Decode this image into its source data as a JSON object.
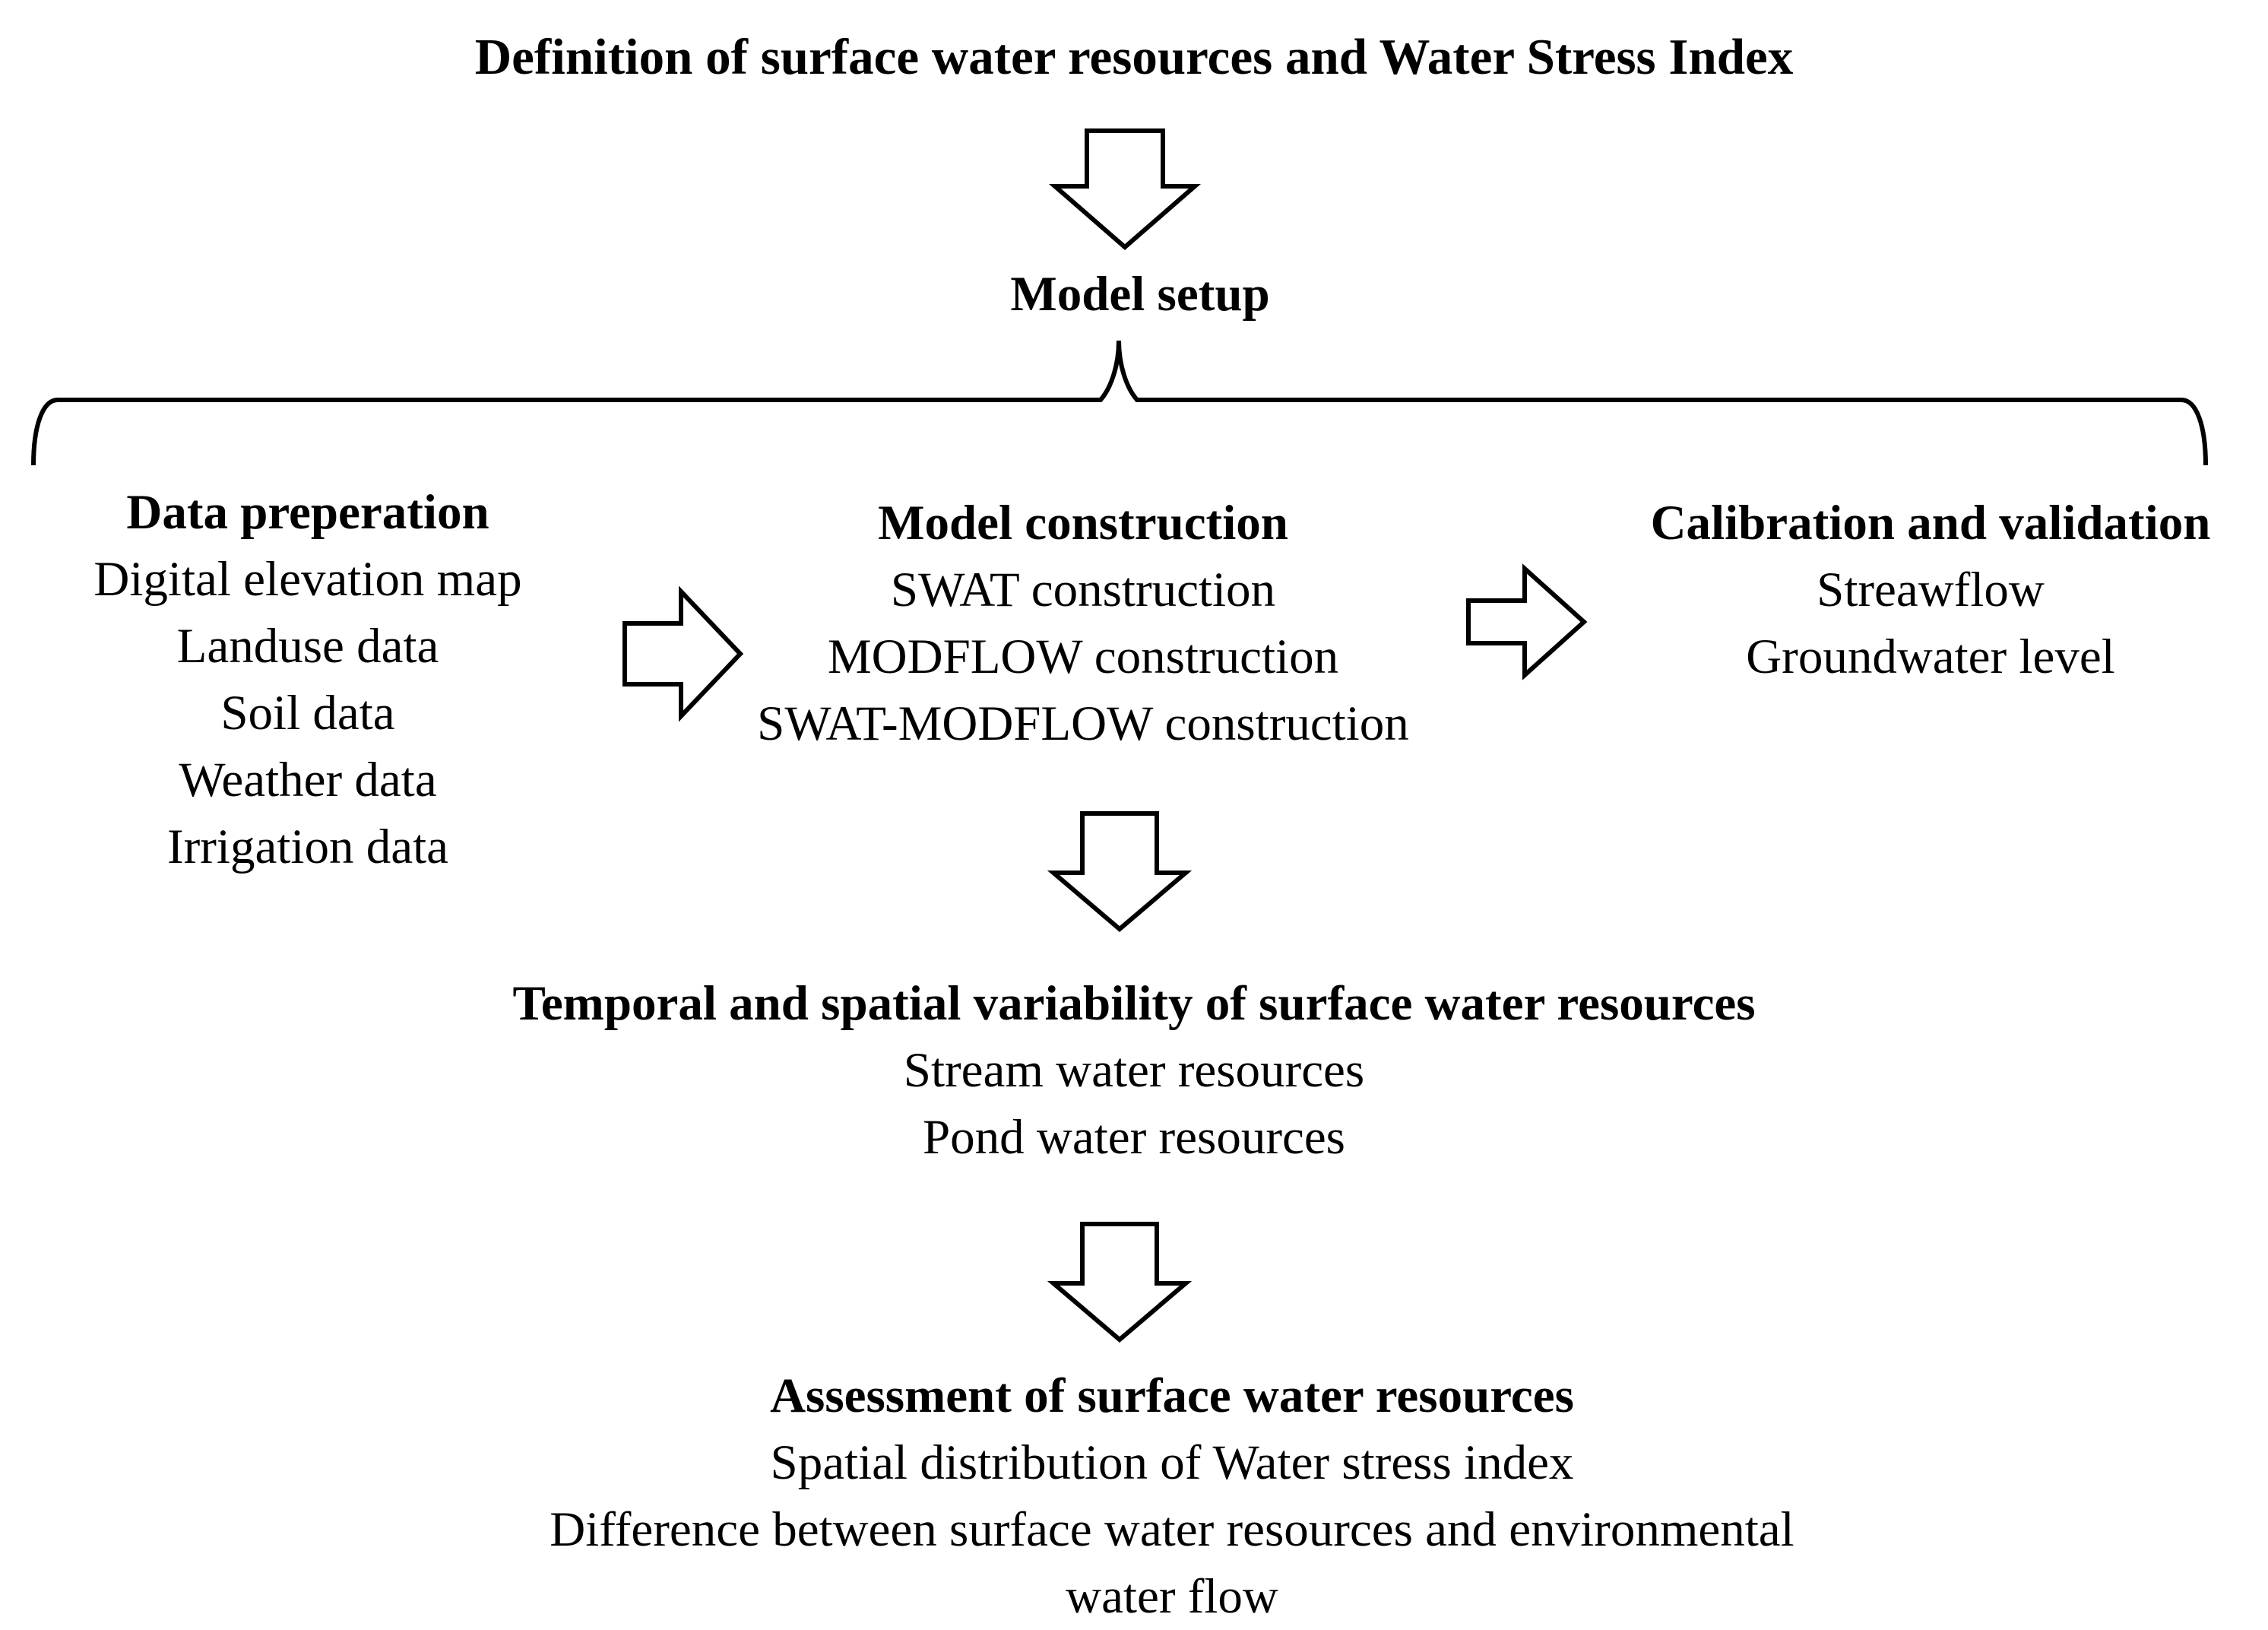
{
  "title": "Definition of surface water resources and Water Stress Index",
  "model_setup": {
    "heading": "Model setup"
  },
  "data_preparation": {
    "heading": "Data preperation",
    "items": [
      "Digital elevation map",
      "Landuse data",
      "Soil data",
      "Weather data",
      "Irrigation data"
    ]
  },
  "model_construction": {
    "heading": "Model construction",
    "items": [
      "SWAT construction",
      "MODFLOW construction",
      "SWAT-MODFLOW construction"
    ]
  },
  "calibration": {
    "heading": "Calibration and validation",
    "items": [
      "Streawflow",
      "Groundwater level"
    ]
  },
  "variability": {
    "heading": "Temporal and spatial variability of surface water resources",
    "items": [
      "Stream water resources",
      "Pond water resources"
    ]
  },
  "assessment": {
    "heading": "Assessment of surface water resources",
    "items": [
      "Spatial distribution of Water stress index",
      "Difference between surface water resources and environmental",
      "water flow"
    ]
  },
  "colors": {
    "background": "#ffffff",
    "text": "#000000",
    "stroke": "#000000"
  }
}
